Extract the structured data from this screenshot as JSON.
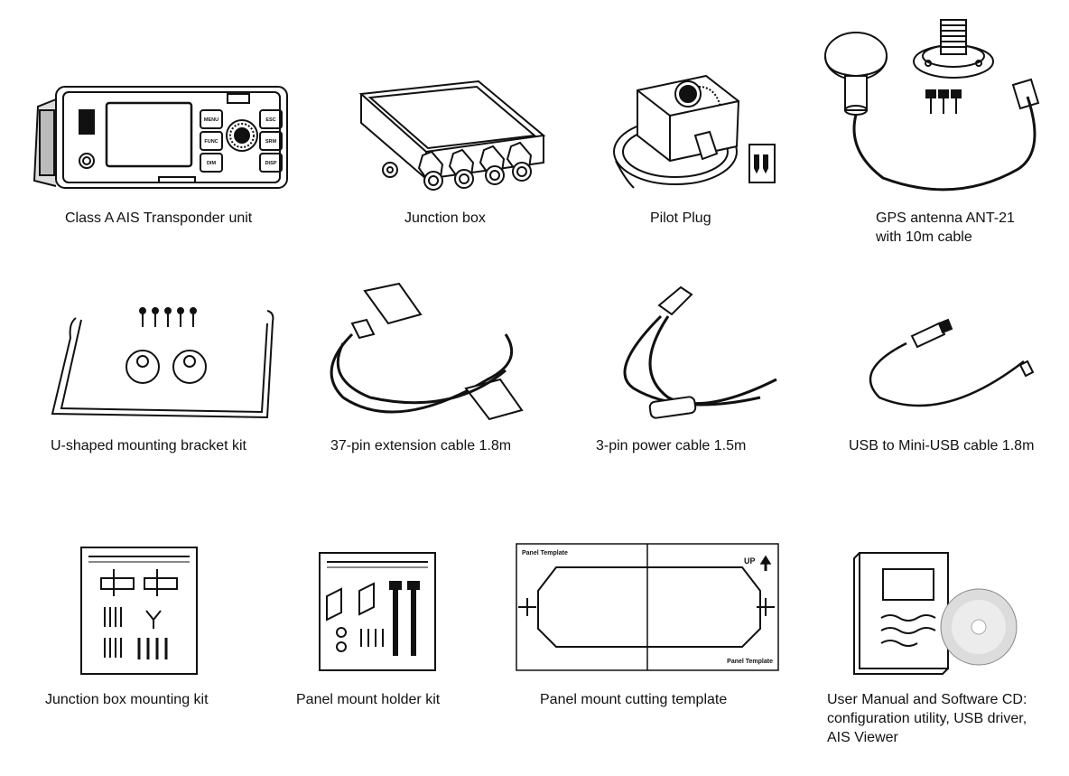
{
  "items": [
    {
      "id": "ais-unit",
      "caption": "Class A AIS Transponder unit",
      "button_labels": [
        "MENU",
        "FUNC",
        "DIM",
        "ESC",
        "SRM",
        "DISP"
      ]
    },
    {
      "id": "junction-box",
      "caption": "Junction box"
    },
    {
      "id": "pilot-plug",
      "caption": "Pilot Plug"
    },
    {
      "id": "gps-antenna",
      "caption": "GPS antenna ANT-21\nwith 10m cable"
    },
    {
      "id": "u-bracket",
      "caption": "U-shaped mounting bracket kit"
    },
    {
      "id": "ext-cable",
      "caption": "37-pin extension cable 1.8m"
    },
    {
      "id": "power-cable",
      "caption": "3-pin power cable 1.5m"
    },
    {
      "id": "usb-cable",
      "caption": "USB to Mini-USB cable 1.8m"
    },
    {
      "id": "jb-mount-kit",
      "caption": "Junction box mounting kit"
    },
    {
      "id": "panel-holder-kit",
      "caption": "Panel mount holder kit"
    },
    {
      "id": "cutting-template",
      "caption": "Panel mount cutting template",
      "template_label_top": "Panel Template",
      "template_label_bottom": "Panel Template",
      "up_label": "UP"
    },
    {
      "id": "manual-cd",
      "caption": "User Manual and Software CD:\nconfiguration utility, USB driver,\nAIS Viewer"
    }
  ]
}
